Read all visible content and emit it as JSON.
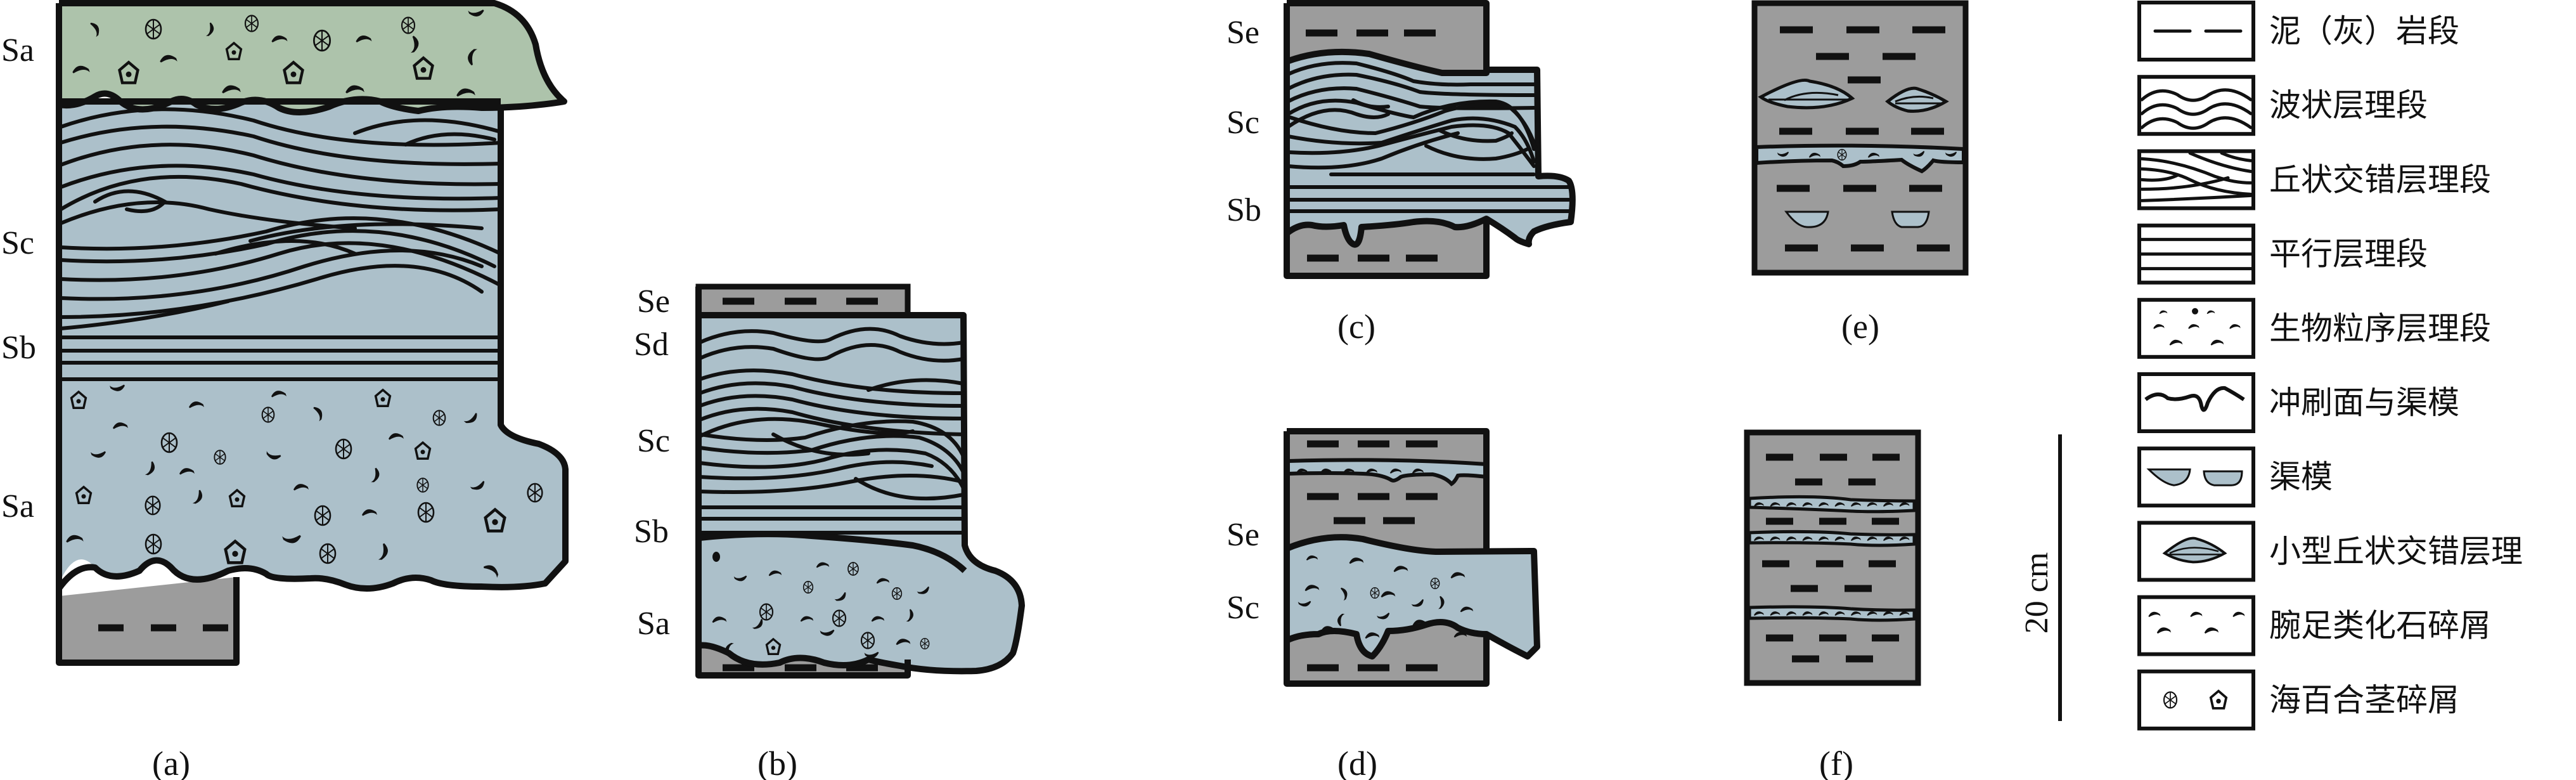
{
  "colors": {
    "mudstone": "#9c9c9c",
    "siltstone_blue": "#acc0ca",
    "bioclastic_green": "#adc3ab",
    "outline": "#111111"
  },
  "columns": [
    {
      "id": "a",
      "caption": "(a)",
      "labels": [
        "Sa",
        "Sc",
        "Sb",
        "Sa"
      ]
    },
    {
      "id": "b",
      "caption": "(b)",
      "labels": [
        "Se",
        "Sd",
        "Sc",
        "Sb",
        "Sa"
      ]
    },
    {
      "id": "c",
      "caption": "(c)",
      "labels": [
        "Se",
        "Sc",
        "Sb"
      ]
    },
    {
      "id": "d",
      "caption": "(d)",
      "labels": [
        "Se",
        "Sc"
      ]
    },
    {
      "id": "e",
      "caption": "(e)",
      "labels": []
    },
    {
      "id": "f",
      "caption": "(f)",
      "labels": []
    }
  ],
  "scale_bar": {
    "label": "20 cm"
  },
  "legend": [
    {
      "key": "mudstone",
      "label": "泥（灰）岩段"
    },
    {
      "key": "wavy",
      "label": "波状层理段"
    },
    {
      "key": "hummocky",
      "label": "丘状交错层理段"
    },
    {
      "key": "parallel",
      "label": "平行层理段"
    },
    {
      "key": "bio-graded",
      "label": "生物粒序层理段"
    },
    {
      "key": "scour",
      "label": "冲刷面与渠模"
    },
    {
      "key": "gutter-cast",
      "label": "渠模"
    },
    {
      "key": "small-hummocky",
      "label": "小型丘状交错层理"
    },
    {
      "key": "brachiopod",
      "label": "腕足类化石碎屑"
    },
    {
      "key": "crinoid",
      "label": "海百合茎碎屑"
    }
  ]
}
